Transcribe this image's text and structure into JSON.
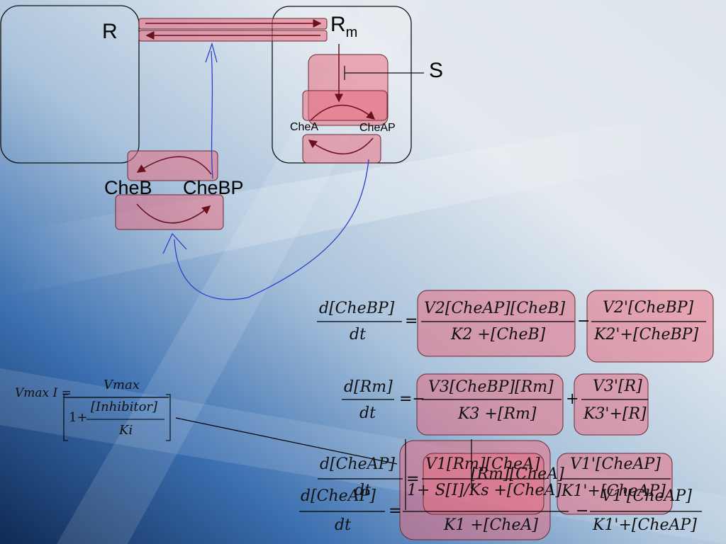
{
  "colors": {
    "arrow_blue": "#2b3fcf",
    "dark_red": "#6a0f1c",
    "pink": "#e86e82"
  },
  "labels": {
    "R": "R",
    "Rm_base": "R",
    "Rm_sub": "m",
    "S": "S",
    "CheA": "CheA",
    "CheAP": "CheAP",
    "CheB": "CheB",
    "CheBP": "CheBP"
  },
  "eq_cheBP": {
    "lhs_num": "d[CheBP]",
    "lhs_den": "dt",
    "t1_num": "V2[CheAP][CheB]",
    "t1_den": "K2 +[CheB]",
    "op": "−",
    "t2_num": "V2'[CheBP]",
    "t2_den": "K2'+[CheBP]"
  },
  "eq_rm": {
    "lhs_num": "d[Rm]",
    "lhs_den": "dt",
    "t1_num": "V3[CheBP][Rm]",
    "t1_den": "K3 +[Rm]",
    "op": "+",
    "t2_num": "V3'[R]",
    "t2_den": "K3'+[R]"
  },
  "eq_vmax": {
    "lhs": "Vmax I =",
    "num": "Vmax",
    "den_prefix": "1+",
    "den_inner_num": "[Inhibitor]",
    "den_inner_den": "Ki"
  },
  "eq_cheAP_top": {
    "lhs_num": "d[CheAP]",
    "lhs_den": "dt",
    "t1_num": "V1[Rm][CheA]",
    "t1_den": "1+ S[I]/Ks +[CheA]",
    "mid": "[Rm][CheA]",
    "t2_num": "V1'[CheAP]",
    "t2_den": "K1'+[CheAP]"
  },
  "eq_cheAP_bottom": {
    "lhs_num": "d[CheAP]",
    "lhs_den": "dt",
    "t1_den": "K1 +[CheA]",
    "op": "−",
    "t2_num": "V1'[CheAP]",
    "t2_den": "K1'+[CheAP]"
  }
}
